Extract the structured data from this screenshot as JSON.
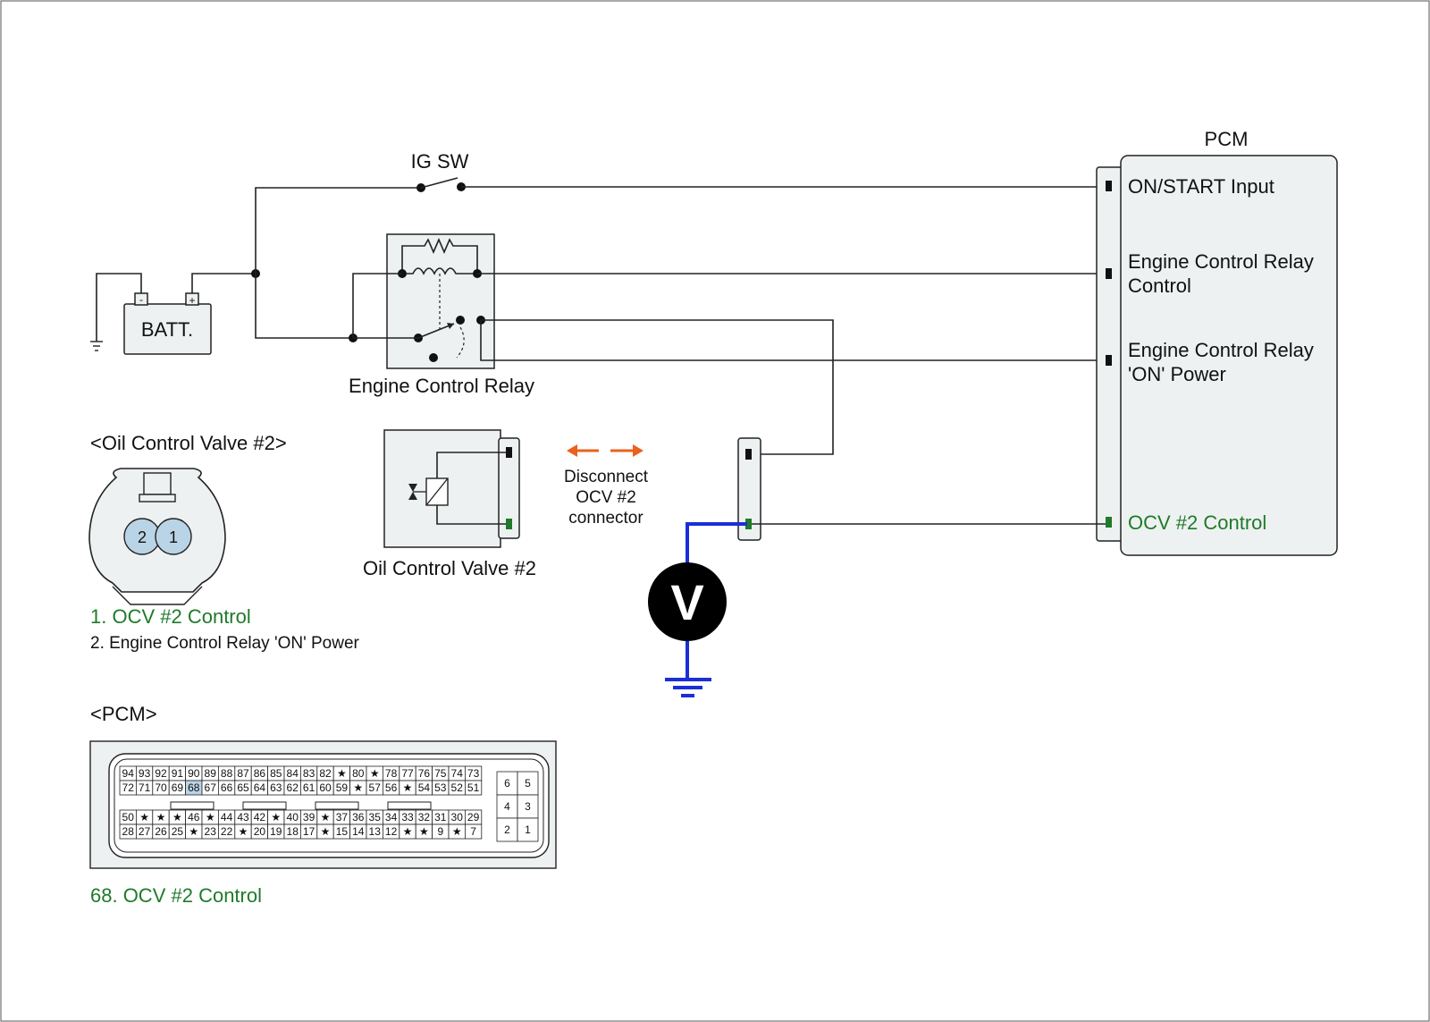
{
  "labels": {
    "ig_sw": "IG SW",
    "batt": "BATT.",
    "batt_minus": "-",
    "batt_plus": "+",
    "relay": "Engine Control Relay",
    "pcm_title": "PCM",
    "pcm_on_start": "ON/START Input",
    "pcm_relay_control_1": "Engine Control Relay",
    "pcm_relay_control_2": "Control",
    "pcm_relay_power_1": "Engine Control Relay",
    "pcm_relay_power_2": "'ON' Power",
    "pcm_ocv": "OCV #2 Control",
    "ocv_component": "Oil Control Valve #2",
    "disconnect_1": "Disconnect",
    "disconnect_2": "OCV #2",
    "disconnect_3": "connector",
    "voltmeter": "V"
  },
  "ocv_connector": {
    "title": "<Oil Control Valve #2>",
    "pins": [
      "2",
      "1"
    ],
    "legend": [
      {
        "text": "1. OCV #2 Control",
        "highlight": true
      },
      {
        "text": "2. Engine Control Relay 'ON' Power",
        "highlight": false
      }
    ]
  },
  "pcm_connector": {
    "title": "<PCM>",
    "rows": [
      [
        "94",
        "93",
        "92",
        "91",
        "90",
        "89",
        "88",
        "87",
        "86",
        "85",
        "84",
        "83",
        "82",
        "★",
        "80",
        "★",
        "78",
        "77",
        "76",
        "75",
        "74",
        "73"
      ],
      [
        "72",
        "71",
        "70",
        "69",
        "68",
        "67",
        "66",
        "65",
        "64",
        "63",
        "62",
        "61",
        "60",
        "59",
        "★",
        "57",
        "56",
        "★",
        "54",
        "53",
        "52",
        "51"
      ],
      [
        "50",
        "★",
        "★",
        "★",
        "46",
        "★",
        "44",
        "43",
        "42",
        "★",
        "40",
        "39",
        "★",
        "37",
        "36",
        "35",
        "34",
        "33",
        "32",
        "31",
        "30",
        "29"
      ],
      [
        "28",
        "27",
        "26",
        "25",
        "★",
        "23",
        "22",
        "★",
        "20",
        "19",
        "18",
        "17",
        "★",
        "15",
        "14",
        "13",
        "12",
        "★",
        "★",
        "9",
        "★",
        "7"
      ]
    ],
    "highlighted_pin": "68",
    "side_block": [
      [
        "6",
        "5"
      ],
      [
        "4",
        "3"
      ],
      [
        "2",
        "1"
      ]
    ],
    "legend": "68. OCV #2 Control"
  },
  "colors": {
    "highlight_text": "#1f7a2a",
    "meter_wire": "#1a2fd6",
    "arrow": "#e8621e",
    "pin_highlight": "#b9d4e6",
    "pin_terminal_green": "#1f7a2a"
  }
}
